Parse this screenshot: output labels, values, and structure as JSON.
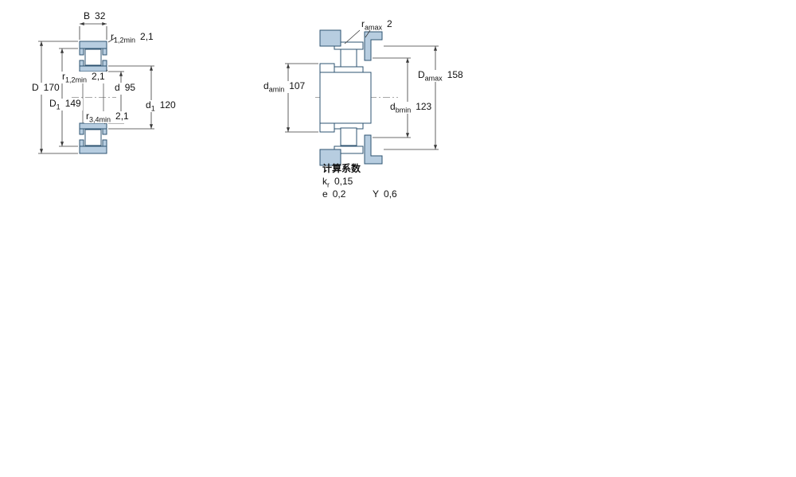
{
  "colors": {
    "part-fill": "#b7cde0",
    "part-stroke": "#2e5371",
    "dim-stroke": "#3a3a3a",
    "text": "#111111"
  },
  "left": {
    "b": {
      "base": "B",
      "value": "32"
    },
    "r12top": {
      "base": "r",
      "sub": "1,2min",
      "value": "2,1"
    },
    "D": {
      "base": "D",
      "value": "170"
    },
    "r12mid": {
      "base": "r",
      "sub": "1,2min",
      "value": "2,1"
    },
    "D1": {
      "base": "D",
      "sub": "1",
      "value": "149"
    },
    "d": {
      "base": "d",
      "value": "95"
    },
    "d1": {
      "base": "d",
      "sub": "1",
      "value": "120"
    },
    "r34": {
      "base": "r",
      "sub": "3,4min",
      "value": "2,1"
    }
  },
  "right": {
    "ramax": {
      "base": "r",
      "sub": "amax",
      "value": "2"
    },
    "damin": {
      "base": "d",
      "sub": "amin",
      "value": "107"
    },
    "Damax": {
      "base": "D",
      "sub": "amax",
      "value": "158"
    },
    "dbmin": {
      "base": "d",
      "sub": "bmin",
      "value": "123"
    }
  },
  "factors": {
    "title": "计算系数",
    "kr": {
      "base": "k",
      "sub": "r",
      "value": "0,15"
    },
    "e": {
      "base": "e",
      "value": "0,2"
    },
    "Y": {
      "base": "Y",
      "value": "0,6"
    }
  }
}
